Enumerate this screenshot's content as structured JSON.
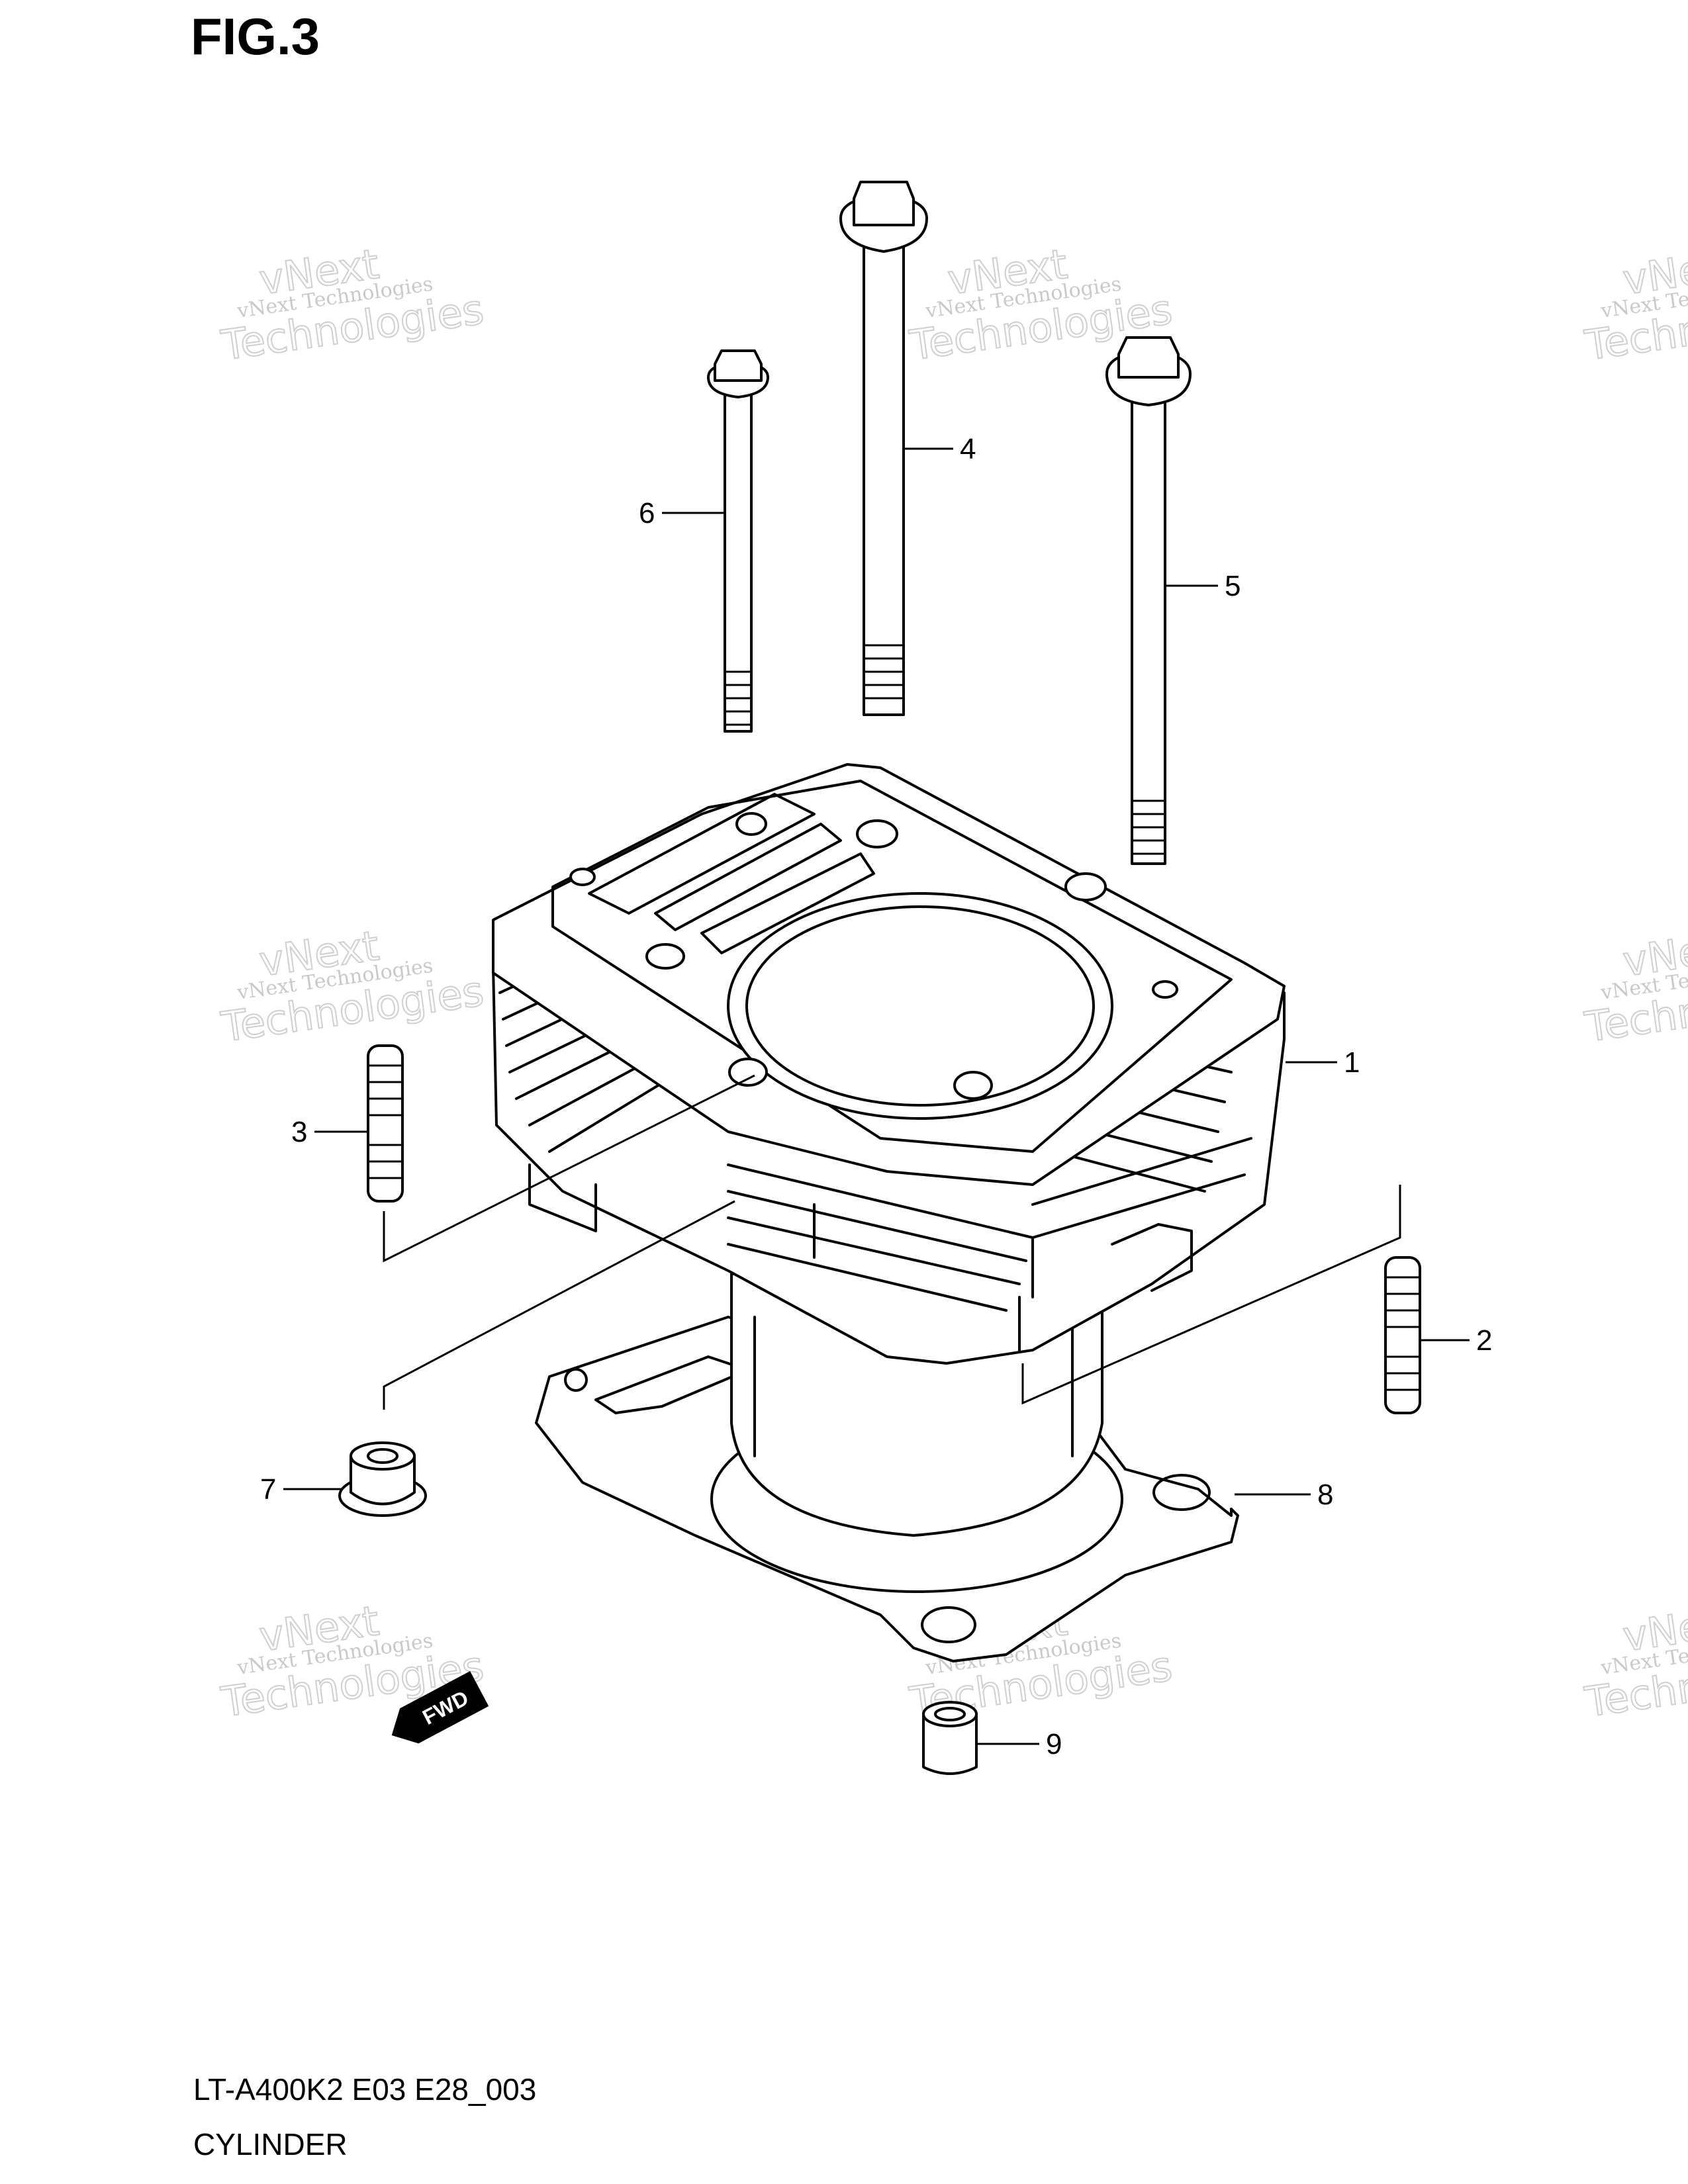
{
  "figure": {
    "title": "FIG.3"
  },
  "footer": {
    "model_code": "LT-A400K2 E03 E28_003",
    "section_name": "CYLINDER"
  },
  "watermark": {
    "line1": "vNext Technologies",
    "line2": "vNext",
    "line3": "Technologies"
  },
  "callouts": [
    {
      "id": "1",
      "label": "1"
    },
    {
      "id": "2",
      "label": "2"
    },
    {
      "id": "3",
      "label": "3"
    },
    {
      "id": "4",
      "label": "4"
    },
    {
      "id": "5",
      "label": "5"
    },
    {
      "id": "6",
      "label": "6"
    },
    {
      "id": "7",
      "label": "7"
    },
    {
      "id": "8",
      "label": "8"
    },
    {
      "id": "9",
      "label": "9"
    }
  ],
  "direction_badge": {
    "label": "FWD"
  }
}
